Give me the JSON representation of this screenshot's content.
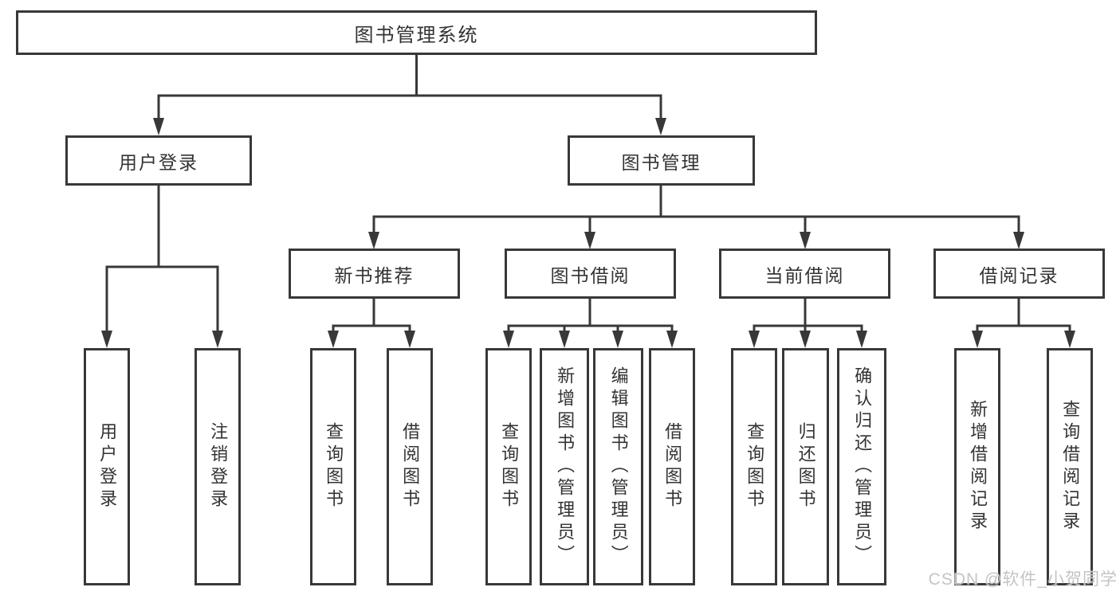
{
  "tree": {
    "root": "图书管理系统",
    "branches": [
      {
        "label": "用户登录",
        "children": [
          "用户登录",
          "注销登录"
        ]
      },
      {
        "label": "图书管理",
        "sections": [
          {
            "label": "新书推荐",
            "children": [
              "查询图书",
              "借阅图书"
            ]
          },
          {
            "label": "图书借阅",
            "children": [
              "查询图书",
              "新增图书（管理员）",
              "编辑图书（管理员）",
              "借阅图书"
            ]
          },
          {
            "label": "当前借阅",
            "children": [
              "查询图书",
              "归还图书",
              "确认归还（管理员）"
            ]
          },
          {
            "label": "借阅记录",
            "children": [
              "新增借阅记录",
              "查询借阅记录"
            ]
          }
        ]
      }
    ]
  },
  "watermark": "CSDN @软件_小贺同学",
  "colors": {
    "line": "#383838",
    "text": "#333333",
    "watermark": "#c4c4c4",
    "bg": "#ffffff"
  }
}
